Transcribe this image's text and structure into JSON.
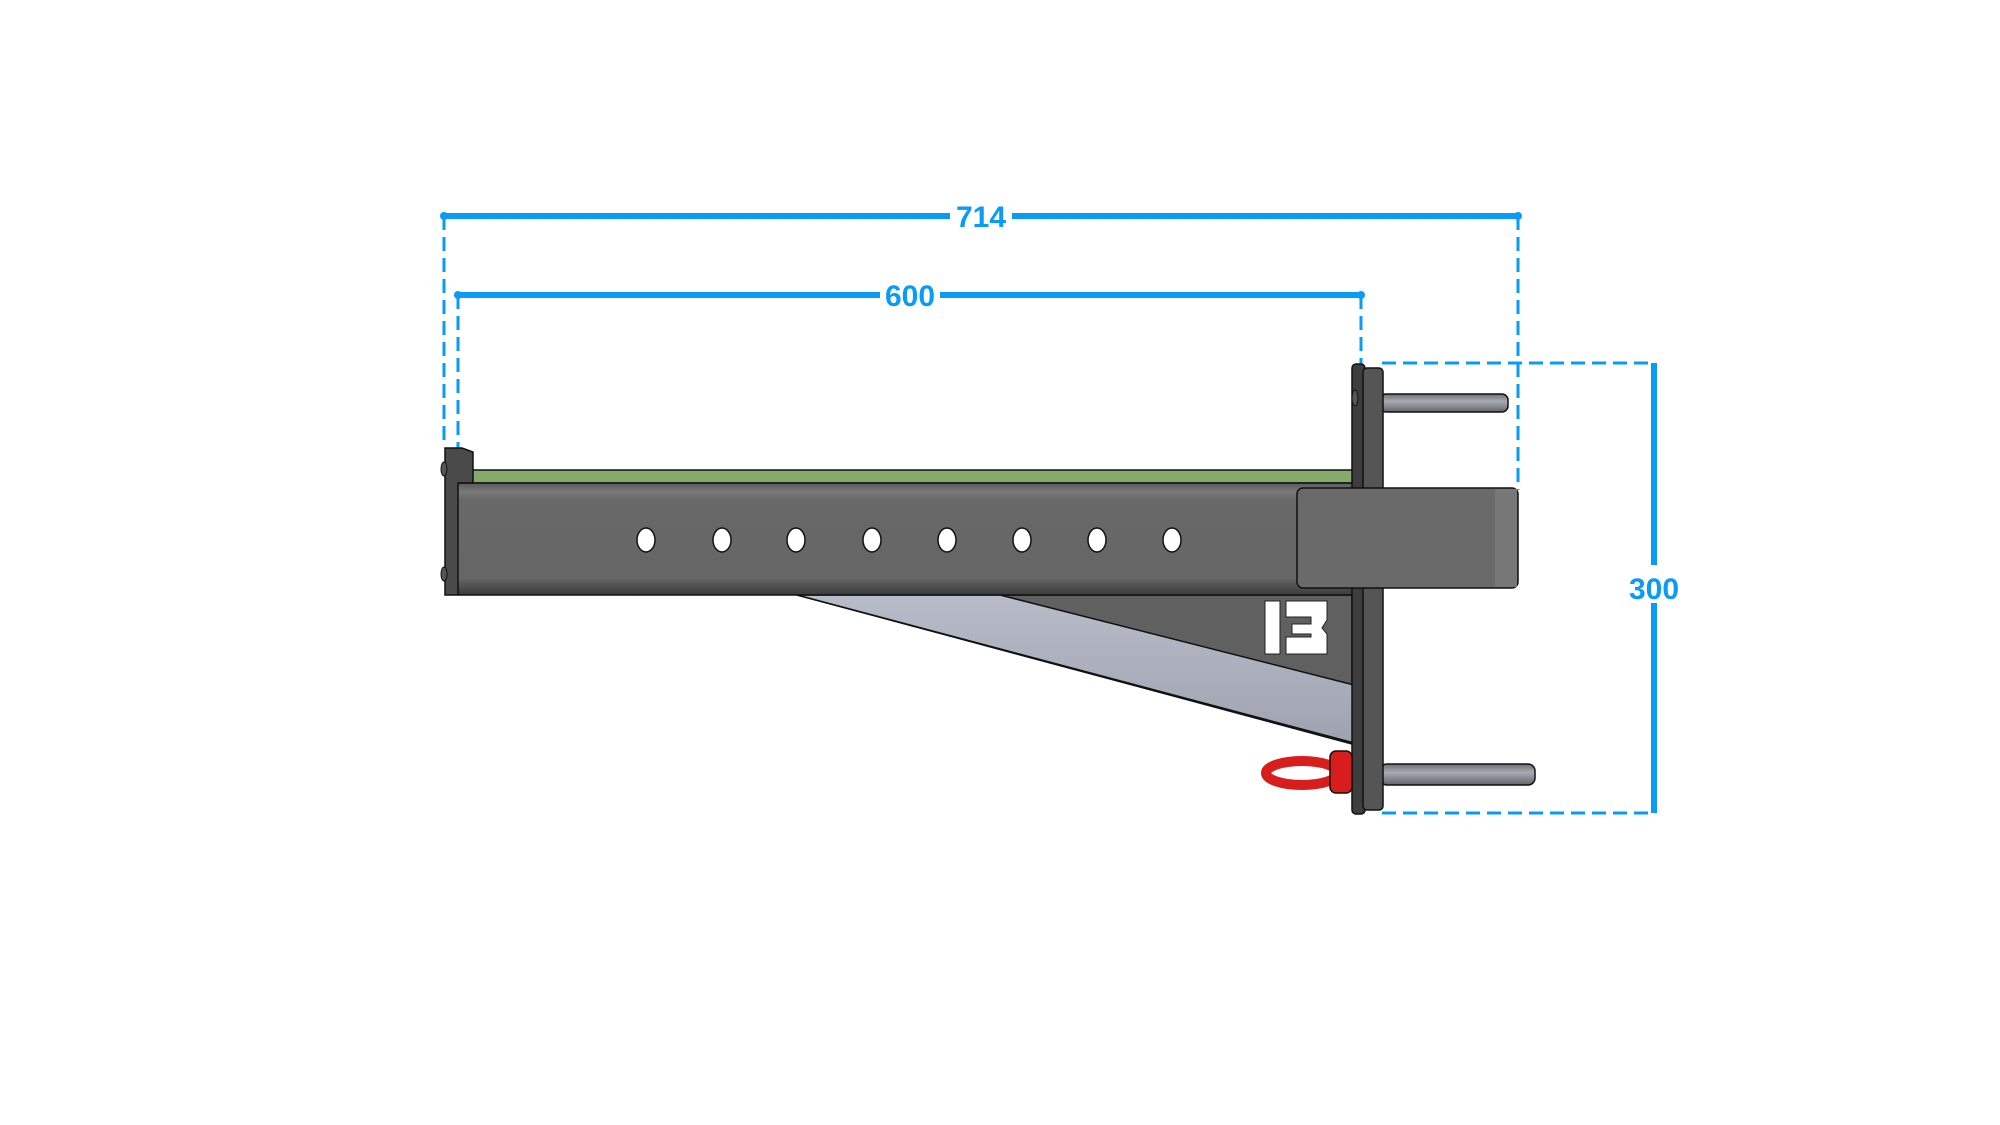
{
  "drawing": {
    "dimensions": {
      "overall_length": "714",
      "arm_length": "600",
      "plate_height": "300"
    },
    "logo_text": "13",
    "colors": {
      "dimension": "#0a9bf6",
      "steel": "#696969",
      "brace": "#a9aebb",
      "pad": "#84aa6c",
      "pin_handle": "#dd1b1b",
      "pin": "#8c8f96"
    }
  }
}
